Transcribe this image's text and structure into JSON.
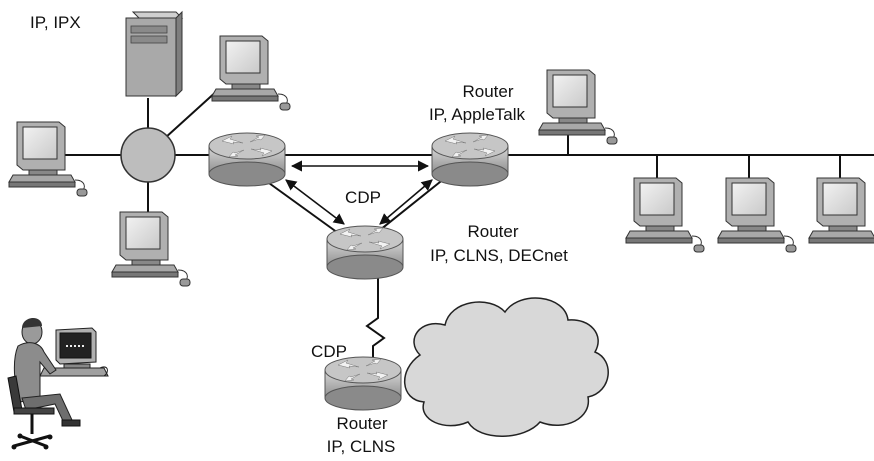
{
  "labels": {
    "ip_ipx": "IP, IPX",
    "router_top_title": "Router",
    "router_top_protocols": "IP, AppleTalk",
    "cdp_center": "CDP",
    "router_mid_title": "Router",
    "router_mid_protocols": "IP, CLNS, DECnet",
    "cdp_bottom": "CDP",
    "router_bottom_title": "Router",
    "router_bottom_protocols": "IP, CLNS"
  },
  "icons": {
    "router": "router-icon",
    "workstation": "workstation-icon",
    "server": "server-tower-icon",
    "hub": "hub-icon",
    "cloud": "wan-cloud-icon",
    "admin": "admin-user-icon"
  },
  "colors": {
    "device_gray": "#b8b8b8",
    "cloud": "#d8d8d8",
    "line": "#111111"
  }
}
